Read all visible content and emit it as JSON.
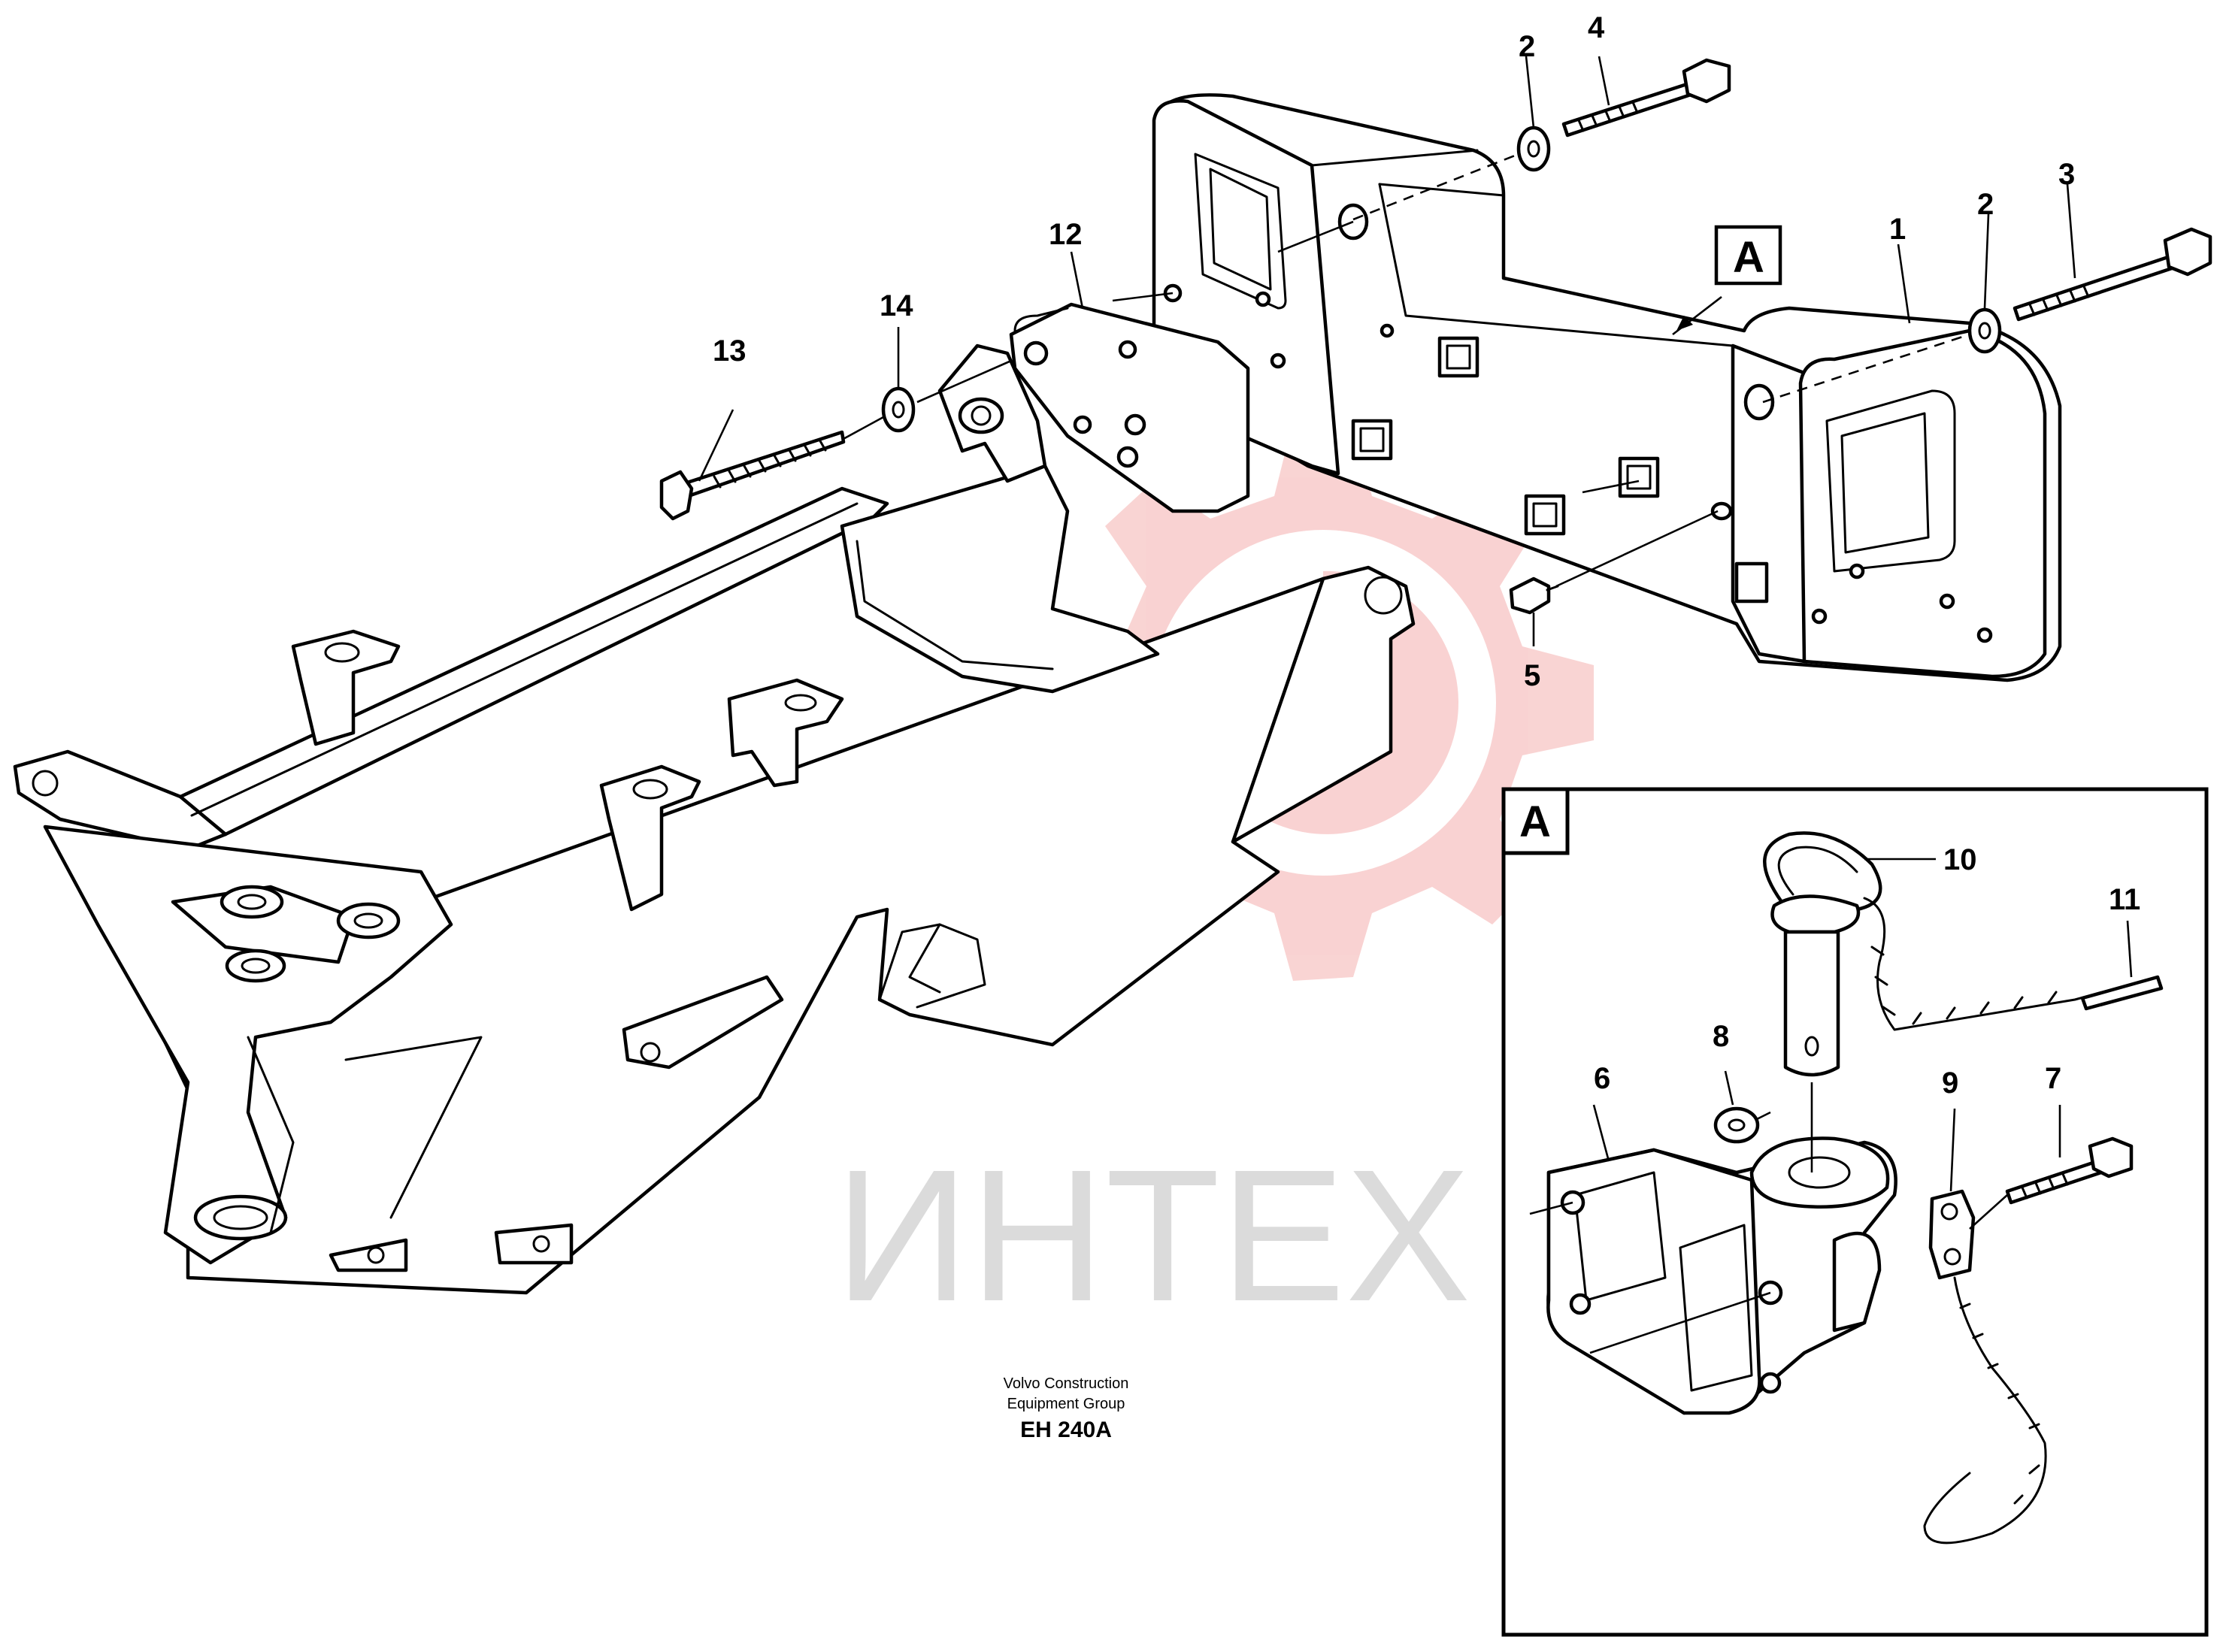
{
  "diagram": {
    "callouts": {
      "c1": "1",
      "c2a": "2",
      "c2b": "2",
      "c3": "3",
      "c4": "4",
      "c5": "5",
      "c6": "6",
      "c7": "7",
      "c8": "8",
      "c9": "9",
      "c10": "10",
      "c11": "11",
      "c12": "12",
      "c13": "13",
      "c14": "14"
    },
    "view_tag": "A",
    "inset_tag": "A"
  },
  "credits": {
    "line1": "Volvo Construction",
    "line2": "Equipment Group",
    "code": "EH 240A"
  },
  "watermark": {
    "text": "ИНТЕХ",
    "color": "#e53935"
  }
}
